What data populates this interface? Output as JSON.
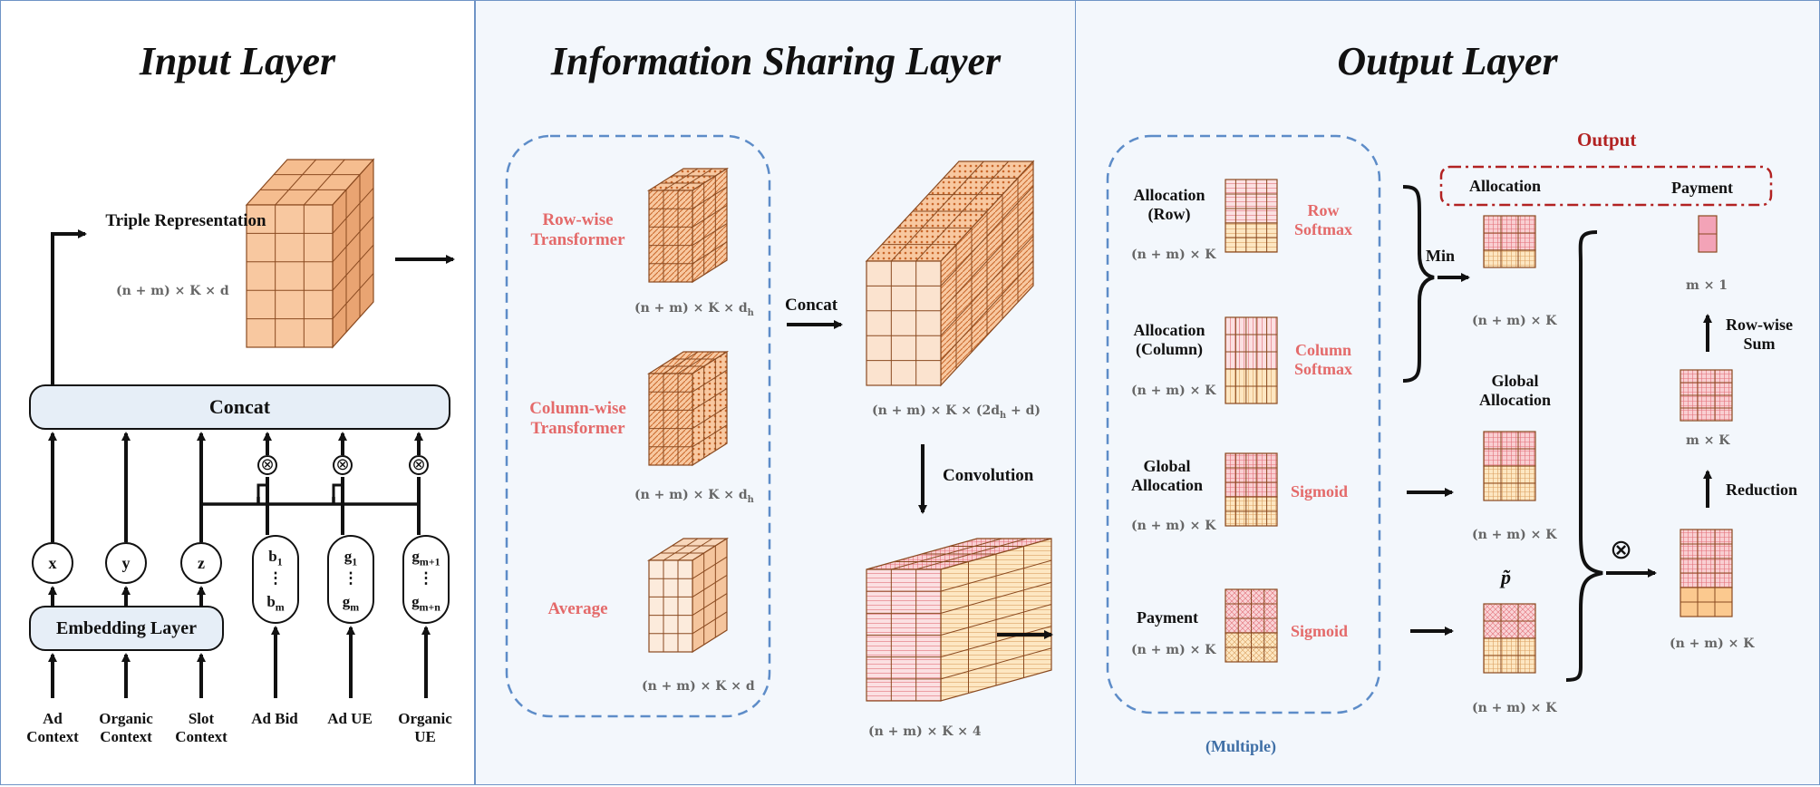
{
  "panels": {
    "input": {
      "title": "Input Layer",
      "triple_label": "Triple Representation",
      "triple_dim": "(n + m) × K × d",
      "concat_label": "Concat",
      "embedding_label": "Embedding Layer",
      "nodes": [
        "x",
        "y",
        "z"
      ],
      "pills": [
        {
          "top": "b",
          "top_sub": "1",
          "dots": "⋮",
          "bottom": "b",
          "bottom_sub": "m"
        },
        {
          "top": "g",
          "top_sub": "1",
          "dots": "⋮",
          "bottom": "g",
          "bottom_sub": "m"
        },
        {
          "top": "g",
          "top_sub": "m+1",
          "dots": "⋮",
          "bottom": "g",
          "bottom_sub": "m+n"
        }
      ],
      "inputs": [
        "Ad Context",
        "Organic Context",
        "Slot Context",
        "Ad Bid",
        "Ad UE",
        "Organic UE"
      ],
      "otimes_symbol": "⊗"
    },
    "sharing": {
      "title": "Information Sharing Layer",
      "row_label": "Row-wise Transformer",
      "row_dim": "(n + m) × K × d",
      "row_dim_sub": "h",
      "col_label": "Column-wise Transformer",
      "col_dim": "(n + m) × K × d",
      "col_dim_sub": "h",
      "avg_label": "Average",
      "avg_dim": "(n + m) × K × d",
      "concat_label": "Concat",
      "concat_dim_pre": "(n + m) × K × (2d",
      "concat_dim_sub": "h",
      "concat_dim_post": " + d)",
      "conv_label": "Convolution",
      "conv_dim": "(n + m) × K × 4"
    },
    "output": {
      "title": "Output Layer",
      "heads": [
        {
          "label": "Allocation (Row)",
          "dim": "(n + m) × K",
          "act": "Row Softmax"
        },
        {
          "label": "Allocation (Column)",
          "dim": "(n + m) × K",
          "act": "Column Softmax"
        },
        {
          "label": "Global Allocation",
          "dim": "(n + m) × K",
          "act": "Sigmoid"
        },
        {
          "label": "Payment",
          "dim": "(n + m) × K",
          "act": "Sigmoid"
        }
      ],
      "multiple_label": "(Multiple)",
      "min_label": "Min",
      "min_dim": "(n + m) × K",
      "global_label": "Global Allocation",
      "global_dim": "(n + m) × K",
      "ptilde_label": "p̃",
      "ptilde_dim": "(n + m) × K",
      "output_title": "Output",
      "output_alloc": "Allocation",
      "output_payment": "Payment",
      "otimes_symbol": "⊗",
      "prod_dim": "(n + m) × K",
      "reduction_label": "Reduction",
      "mk_dim": "m × K",
      "rowsum_label": "Row-wise Sum",
      "m1_dim": "m × 1"
    }
  },
  "colors": {
    "border": "#6f94c6",
    "box_fill": "#e6eef7",
    "accent_red": "#e46a6a",
    "dashed_blue": "#5d8cc8",
    "output_red": "#b22222",
    "cube_orange": "#f8c8a0",
    "cube_edge": "#8a4a20",
    "cell_red": "#f08a90",
    "cell_yellow": "#fde3b0"
  }
}
